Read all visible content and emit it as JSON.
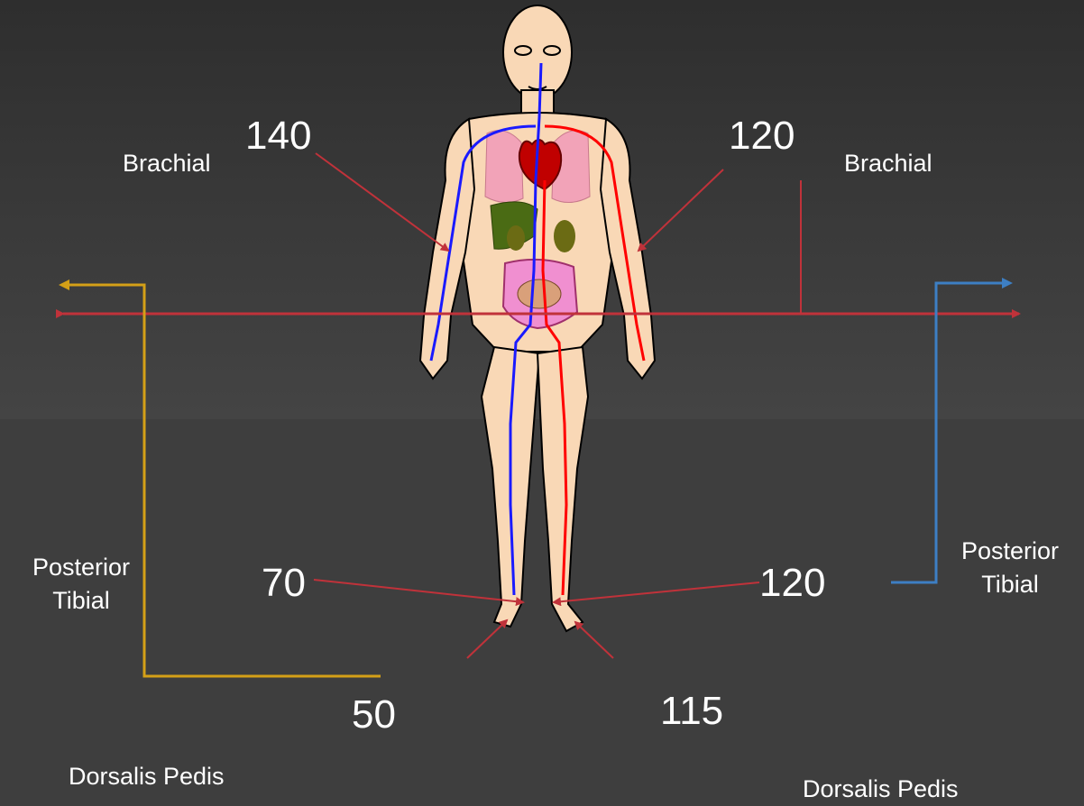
{
  "labels": {
    "left_arm_name": "Brachial",
    "left_arm_value": "140",
    "right_arm_name": "Brachial",
    "right_arm_value": "120",
    "left_ankle_name_line1": "Posterior",
    "left_ankle_name_line2": "Tibial",
    "left_ankle_value": "70",
    "right_ankle_name_line1": "Posterior",
    "right_ankle_name_line2": "Tibial",
    "right_ankle_value": "120",
    "left_foot_value": "50",
    "right_foot_value": "115",
    "left_foot_name": "Dorsalis Pedis",
    "right_foot_name": "Dorsalis Pedis"
  },
  "colors": {
    "background_top": "#2e2e2e",
    "background_bottom": "#3e3e3e",
    "red_line": "#c0323a",
    "gold_line": "#d4a017",
    "blue_line": "#3d7fc4",
    "skin": "#f9d8b6",
    "artery": "#ff0000",
    "vein": "#1a1aff"
  }
}
